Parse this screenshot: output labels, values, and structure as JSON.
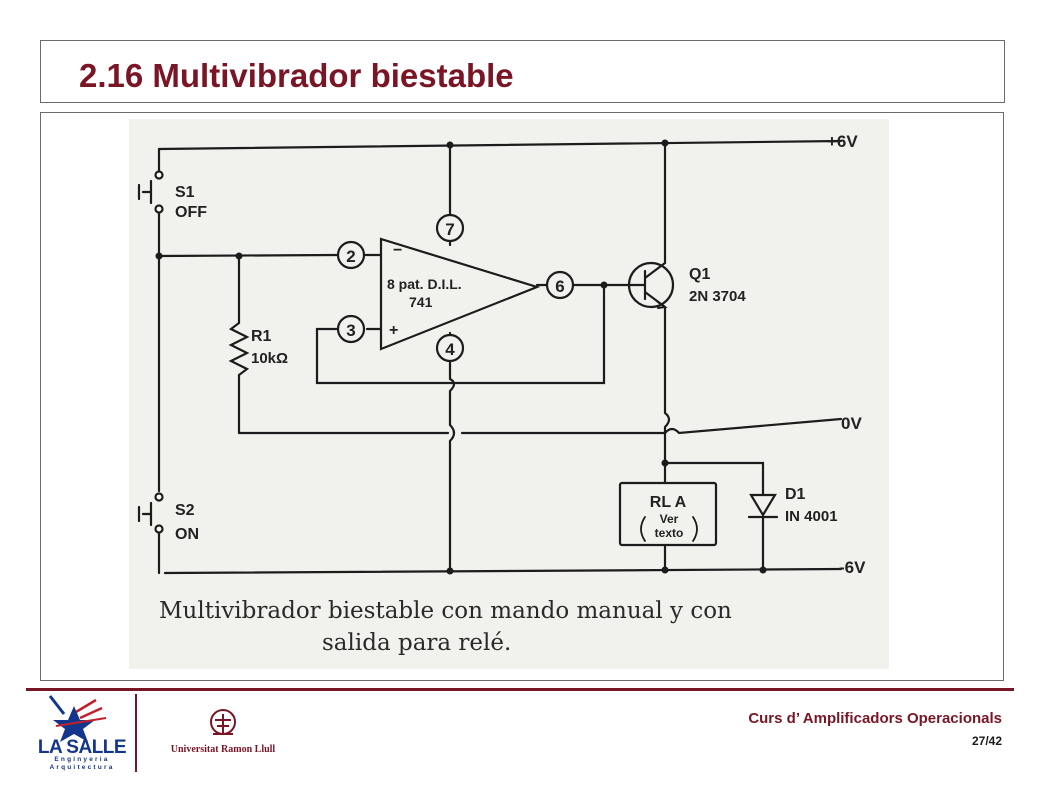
{
  "slide": {
    "title": "2.16 Multivibrador biestable",
    "course": "Curs d’ Amplificadors Operacionals",
    "page": "27/42"
  },
  "logos": {
    "lasalle_name": "LA SALLE",
    "lasalle_sub_1": "Enginyeria",
    "lasalle_sub_2": "Arquitectura",
    "url_name": "Universitat Ramon Llull"
  },
  "figure": {
    "caption_line1": "Multivibrador biestable con mando manual y con",
    "caption_line2": "salida para relé.",
    "labels": {
      "v_pos": "+6V",
      "v_zero": "0V",
      "v_neg": "-6V",
      "s1": "S1",
      "s1_state": "OFF",
      "s2": "S2",
      "s2_state": "ON",
      "r1": "R1",
      "r1_value": "10kΩ",
      "opamp_pkg": "8 pat. D.I.L.",
      "opamp_model": "741",
      "pin2": "2",
      "pin3": "3",
      "pin4": "4",
      "pin6": "6",
      "pin7": "7",
      "q1": "Q1",
      "q1_model": "2N 3704",
      "rla": "RL A",
      "rla_note1": "Ver",
      "rla_note2": "texto",
      "d1": "D1",
      "d1_model": "IN 4001",
      "minus_sign": "−",
      "plus_sign": "+"
    }
  },
  "colors": {
    "accent": "#7a1526",
    "lasalle_blue": "#14358c"
  }
}
